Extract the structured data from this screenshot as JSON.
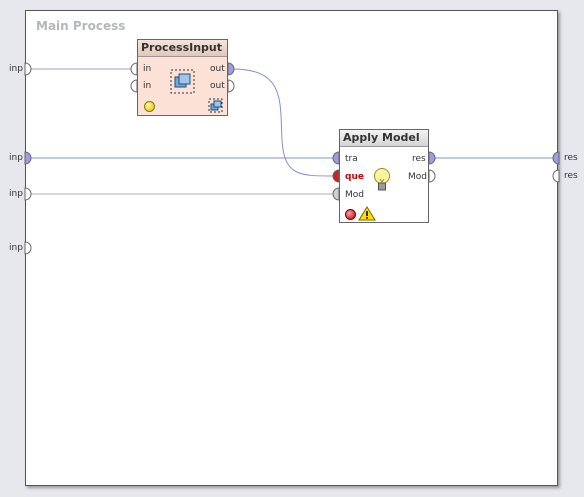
{
  "process": {
    "title": "Main Process"
  },
  "left_ports": [
    "inp",
    "inp",
    "inp",
    "inp"
  ],
  "right_ports": [
    "res",
    "res"
  ],
  "operators": {
    "process_input": {
      "title": "ProcessInput",
      "inputs": [
        "in",
        "in"
      ],
      "outputs": [
        "out",
        "out"
      ]
    },
    "apply_model": {
      "title": "Apply Model",
      "inputs": [
        "tra",
        "que",
        "Mod"
      ],
      "outputs": [
        "res",
        "Mod"
      ]
    }
  },
  "colors": {
    "wire": "#8c8ccf",
    "port_connected": "#9d9ddf",
    "port_error": "#cc2222",
    "process_input_bg": "#fbe1d6"
  }
}
